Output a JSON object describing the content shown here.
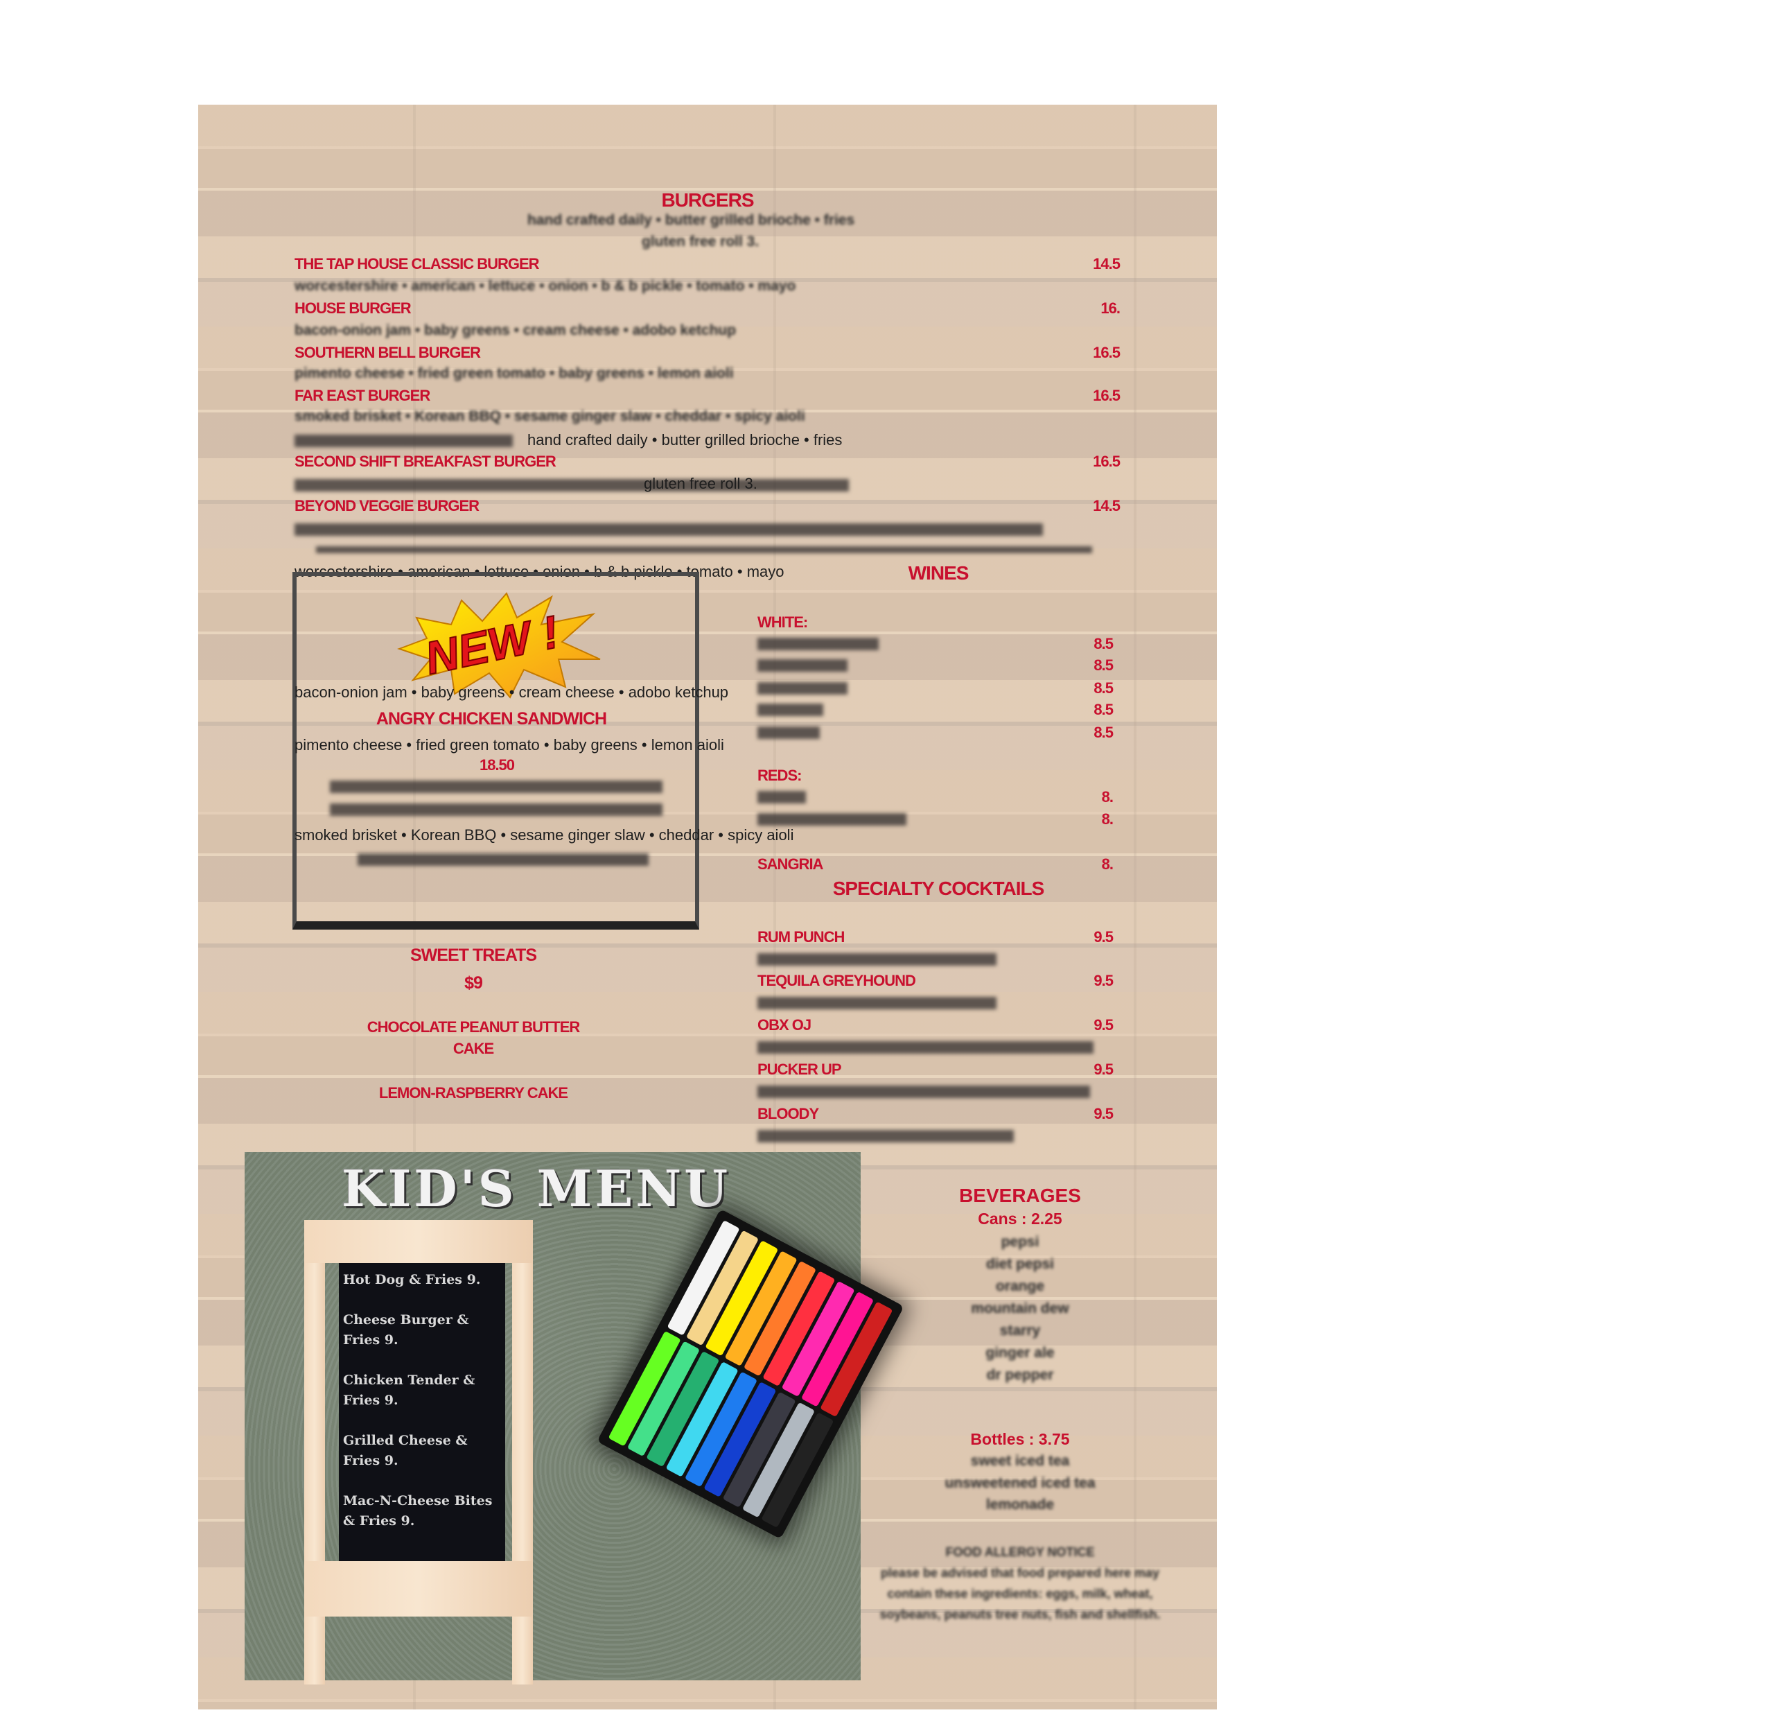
{
  "burgers": {
    "title": "BURGERS",
    "subtitle": "hand crafted daily • butter grilled brioche • fries",
    "subtitle2": "gluten free roll 3.",
    "items": [
      {
        "name": "THE TAP HOUSE CLASSIC BURGER",
        "price": "14.5",
        "desc": "worcestershire • american • lettuce • onion • b & b pickle • tomato • mayo"
      },
      {
        "name": "HOUSE BURGER",
        "price": "16.",
        "desc": "bacon-onion jam • baby greens • cream cheese • adobo ketchup"
      },
      {
        "name": "SOUTHERN BELL BURGER",
        "price": "16.5",
        "desc": "pimento cheese • fried green tomato • baby greens • lemon aioli"
      },
      {
        "name": "FAR EAST BURGER",
        "price": "16.5",
        "desc": "smoked brisket • Korean BBQ • sesame ginger slaw • cheddar • spicy aioli"
      },
      {
        "name": "SECOND SHIFT BREAKFAST BURGER",
        "price": "16.5"
      },
      {
        "name": "BEYOND VEGGIE BURGER",
        "price": "14.5"
      }
    ]
  },
  "feature": {
    "badge": "NEW !",
    "name": "ANGRY CHICKEN SANDWICH",
    "price": "18.50"
  },
  "wines": {
    "title": "WINES",
    "white_label": "WHITE:",
    "white_prices": [
      "8.5",
      "8.5",
      "8.5",
      "8.5",
      "8.5"
    ],
    "reds_label": "REDS:",
    "red_prices": [
      "8.",
      "8."
    ],
    "sangria": {
      "name": "SANGRIA",
      "price": "8."
    }
  },
  "cocktails": {
    "title": "SPECIALTY COCKTAILS",
    "items": [
      {
        "name": "RUM PUNCH",
        "price": "9.5"
      },
      {
        "name": "TEQUILA GREYHOUND",
        "price": "9.5"
      },
      {
        "name": "OBX OJ",
        "price": "9.5"
      },
      {
        "name": "PUCKER UP",
        "price": "9.5"
      },
      {
        "name": "BLOODY",
        "price": "9.5"
      }
    ]
  },
  "sweets": {
    "title": "SWEET TREATS",
    "price": "$9",
    "items": [
      "CHOCOLATE PEANUT BUTTER",
      "CAKE",
      "LEMON-RASPBERRY CAKE"
    ]
  },
  "kids": {
    "title": "KID'S MENU",
    "items": [
      "Hot Dog & Fries  9.",
      "Cheese Burger  & Fries 9.",
      "Chicken Tender & Fries 9.",
      "Grilled Cheese & Fries 9.",
      "Mac-N-Cheese Bites & Fries  9."
    ]
  },
  "beverages": {
    "title": "BEVERAGES",
    "cans": "Cans : 2.25",
    "can_items": [
      "pepsi",
      "diet pepsi",
      "orange",
      "mountain dew",
      "starry",
      "ginger ale",
      "dr pepper"
    ],
    "bottles": "Bottles : 3.75",
    "bottle_items": [
      "sweet iced tea",
      "unsweetened iced tea",
      "lemonade"
    ],
    "notice_title": "FOOD ALLERGY NOTICE",
    "notice": [
      "please be advised that food prepared here may",
      "contain these ingredients: eggs, milk, wheat,",
      "soybeans, peanuts tree nuts, fish and shellfish."
    ]
  },
  "colors": {
    "accent": "#c8102e"
  }
}
